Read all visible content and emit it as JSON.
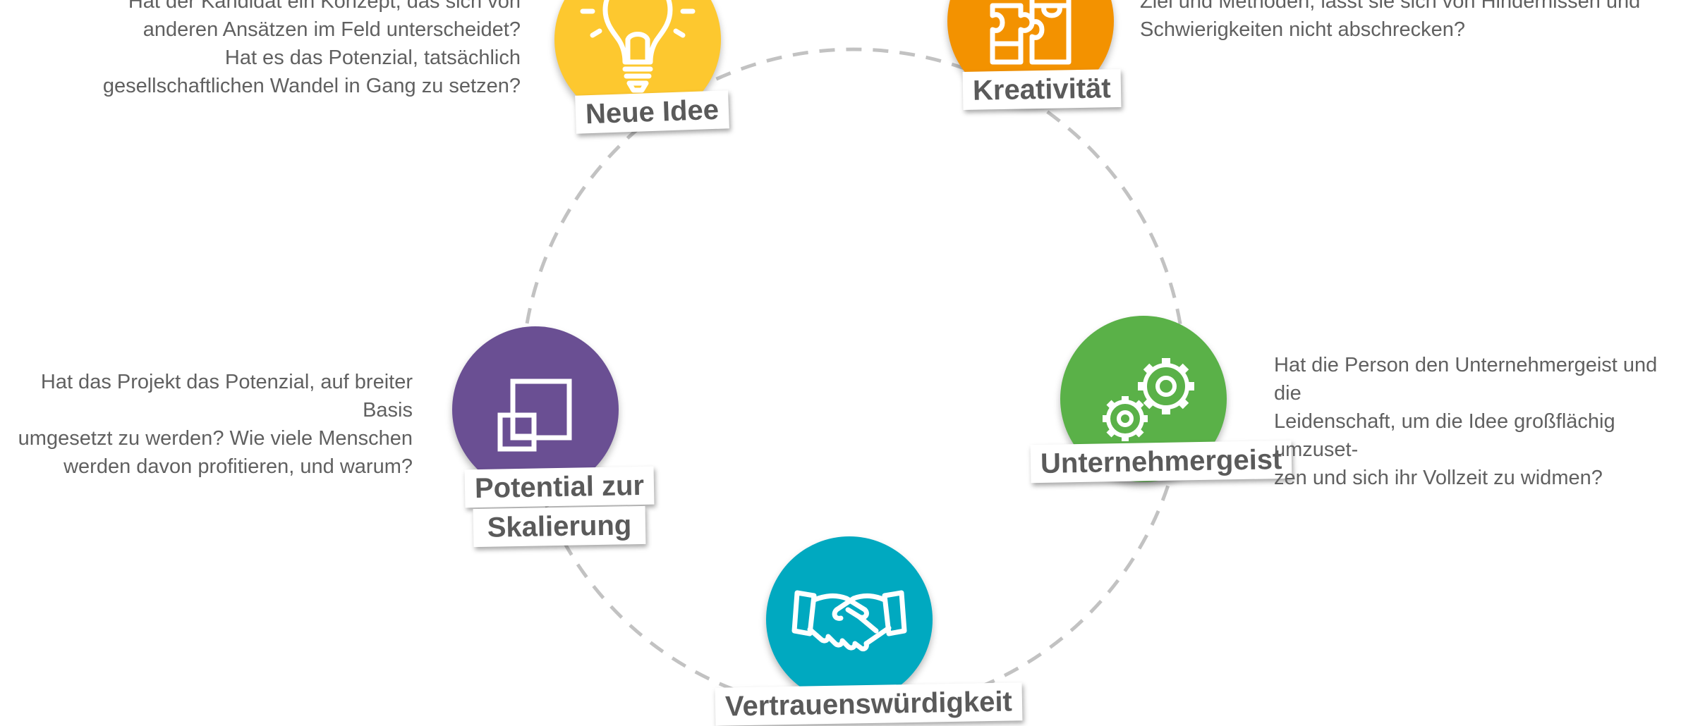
{
  "diagram": {
    "colors": {
      "ring": "#c2c2c2",
      "idea": "#fdc82f",
      "creativity": "#f39200",
      "entrepreneur": "#5ab148",
      "trust": "#00a9c0",
      "scale": "#6a4f93",
      "label_text": "#5a5a5a",
      "desc_text": "#606060"
    },
    "nodes": [
      {
        "id": "idea",
        "label": "Neue Idee",
        "icon": "lightbulb-icon",
        "description": [
          "Hat der Kandidat ein Konzept, das sich von",
          "anderen Ansätzen im Feld unterscheidet?",
          "Hat es das Potenzial, tatsächlich",
          "gesellschaftlichen Wandel in Gang zu setzen?"
        ]
      },
      {
        "id": "creativity",
        "label": "Kreativität",
        "icon": "puzzle-icon",
        "description": [
          "Ziel und Methoden, lässt sie sich von Hindernissen und",
          "Schwierigkeiten nicht abschrecken?"
        ]
      },
      {
        "id": "entrepreneur",
        "label": "Unternehmergeist",
        "icon": "gears-icon",
        "description": [
          "Hat die Person den Unternehmergeist und die",
          "Leidenschaft, um die Idee großflächig umzuset-",
          "zen und sich ihr Vollzeit zu widmen?"
        ]
      },
      {
        "id": "trust",
        "label": "Vertrauenswürdigkeit",
        "icon": "handshake-icon",
        "description": []
      },
      {
        "id": "scale",
        "label": [
          "Potential zur",
          "Skalierung"
        ],
        "icon": "squares-icon",
        "description": [
          "Hat das Projekt das Potenzial, auf breiter Basis",
          "umgesetzt zu werden? Wie viele Menschen",
          "werden davon profitieren, und warum?"
        ]
      }
    ]
  }
}
